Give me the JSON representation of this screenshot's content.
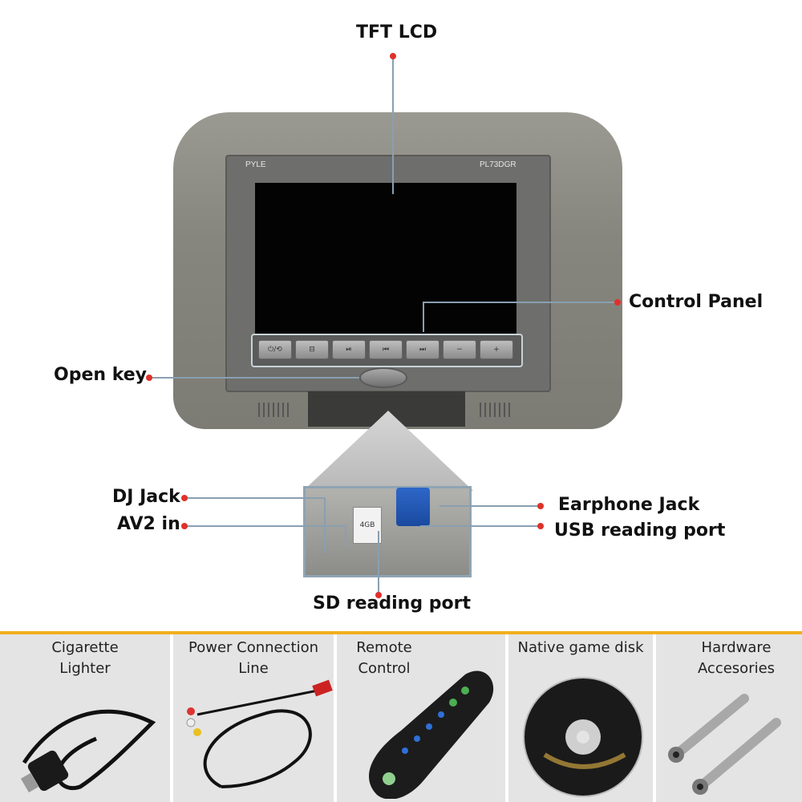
{
  "device": {
    "brand": "PYLE",
    "model": "PL73DGR",
    "panel_buttons": [
      "⏻/⟲",
      "⊟",
      "⏯",
      "⏮",
      "⏭",
      "−",
      "+"
    ]
  },
  "callouts": {
    "tft_lcd": "TFT LCD",
    "control_panel": "Control Panel",
    "open_key": "Open key",
    "dj_jack": "DJ Jack",
    "av2_in": "AV2 in",
    "earphone_jack": "Earphone Jack",
    "usb_port": "USB reading port",
    "sd_port": "SD reading port"
  },
  "sd_card_label": "4GB",
  "accessories": [
    {
      "line1": "Cigarette",
      "line2": "Lighter"
    },
    {
      "line1": "Power Connection",
      "line2": "Line"
    },
    {
      "line1": "Remote",
      "line2": "Control"
    },
    {
      "line1": "Native game disk",
      "line2": ""
    },
    {
      "line1": "Hardware",
      "line2": "Accesories"
    }
  ],
  "colors": {
    "accent_bar": "#f0b01e",
    "callout_dot": "#e0302a",
    "leader_line": "#8a9fb0"
  }
}
